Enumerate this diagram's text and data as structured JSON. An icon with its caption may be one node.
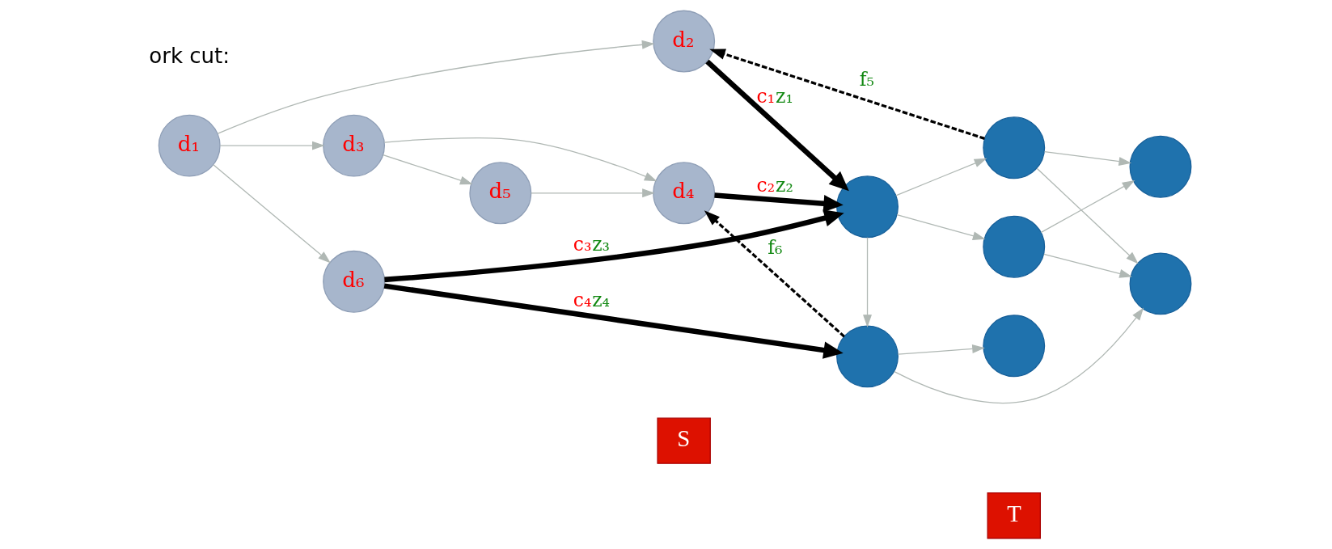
{
  "diagram": {
    "nodes": [
      {
        "text": [
          "S"
        ]
      },
      {
        "text": [
          "T"
        ]
      },
      {
        "text": [
          "d₁"
        ]
      },
      {
        "text": [
          "d₂"
        ]
      },
      {
        "text": [
          "d₃"
        ]
      },
      {
        "text": [
          "d₄"
        ]
      },
      {
        "text": [
          "d₅"
        ]
      },
      {
        "text": [
          "d₆"
        ]
      },
      {
        "text": [],
        "shape": "circle"
      },
      {
        "text": [],
        "shape": "circle"
      },
      {
        "text": [],
        "shape": "circle"
      },
      {
        "text": [],
        "shape": "circle"
      },
      {
        "text": [],
        "shape": "circle"
      },
      {
        "text": [],
        "shape": "circle"
      },
      {
        "text": [],
        "shape": "circle"
      }
    ],
    "edges": [
      {
        "from": 2,
        "to": 3,
        "arrow": "to"
      },
      {
        "from": 2,
        "to": 4,
        "arrow": "to"
      },
      {
        "from": 2,
        "to": 7,
        "arrow": "to"
      },
      {
        "from": 4,
        "to": 5,
        "arrow": "to"
      },
      {
        "from": 4,
        "to": 6,
        "arrow": "to"
      },
      {
        "from": 6,
        "to": 5,
        "arrow": "to"
      },
      {
        "from": 3,
        "to": 10,
        "arrow": "to",
        "label": "c₁z₁",
        "style": "thick",
        "color": "#000000"
      },
      {
        "from": 5,
        "to": 10,
        "arrow": "to",
        "label": "c₂z₂",
        "style": "thick",
        "color": "#000000"
      },
      {
        "from": 7,
        "to": 10,
        "arrow": "to",
        "label": "c₃z₃",
        "style": "thick",
        "color": "#000000"
      },
      {
        "from": 7,
        "to": 13,
        "arrow": "to",
        "label": "c₄z₄",
        "style": "thick",
        "color": "#000000"
      },
      {
        "from": 8,
        "to": 3,
        "arrow": "to",
        "label": "f₅",
        "style": "dashed",
        "color": "#000000"
      },
      {
        "from": 13,
        "to": 5,
        "arrow": "to",
        "label": "f₆",
        "style": "dashed",
        "color": "#000000"
      },
      {
        "from": 10,
        "to": 8,
        "arrow": "to"
      },
      {
        "from": 10,
        "to": 11,
        "arrow": "to"
      },
      {
        "from": 10,
        "to": 13,
        "arrow": "to"
      },
      {
        "from": 8,
        "to": 9,
        "arrow": "to"
      },
      {
        "from": 8,
        "to": 12,
        "arrow": "to"
      },
      {
        "from": 11,
        "to": 9,
        "arrow": "to"
      },
      {
        "from": 11,
        "to": 12,
        "arrow": "to"
      },
      {
        "from": 13,
        "to": 12,
        "arrow": "to"
      },
      {
        "from": 13,
        "to": 14,
        "arrow": "to"
      }
    ],
    "labels": [
      "ork cut:"
    ]
  }
}
